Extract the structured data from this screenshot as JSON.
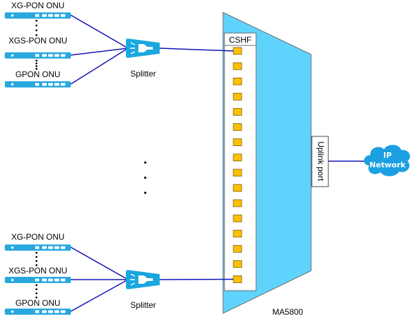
{
  "diagram": {
    "device": {
      "name": "MA5800",
      "board_label": "CSHF",
      "port_count": 16,
      "uplink_label": "Uplink port",
      "colors": {
        "body": "#5fd3fb",
        "port": "#ffc000",
        "board": "#ffffff",
        "outline": "#6e6e6e"
      }
    },
    "network": {
      "label_line1": "IP",
      "label_line2": "Network",
      "color": "#1ba1e2"
    },
    "groups": [
      {
        "splitter_label": "Splitter",
        "connected_port": 1,
        "onus": [
          {
            "label": "XG-PON ONU"
          },
          {
            "label": "XGS-PON ONU"
          },
          {
            "label": "GPON ONU"
          }
        ]
      },
      {
        "splitter_label": "Splitter",
        "connected_port": 16,
        "onus": [
          {
            "label": "XG-PON ONU"
          },
          {
            "label": "XGS-PON ONU"
          },
          {
            "label": "GPON ONU"
          }
        ]
      }
    ],
    "link_color": "#1010b8",
    "splitter_color": "#1aa7e0",
    "onu_color": "#29a8e0"
  }
}
